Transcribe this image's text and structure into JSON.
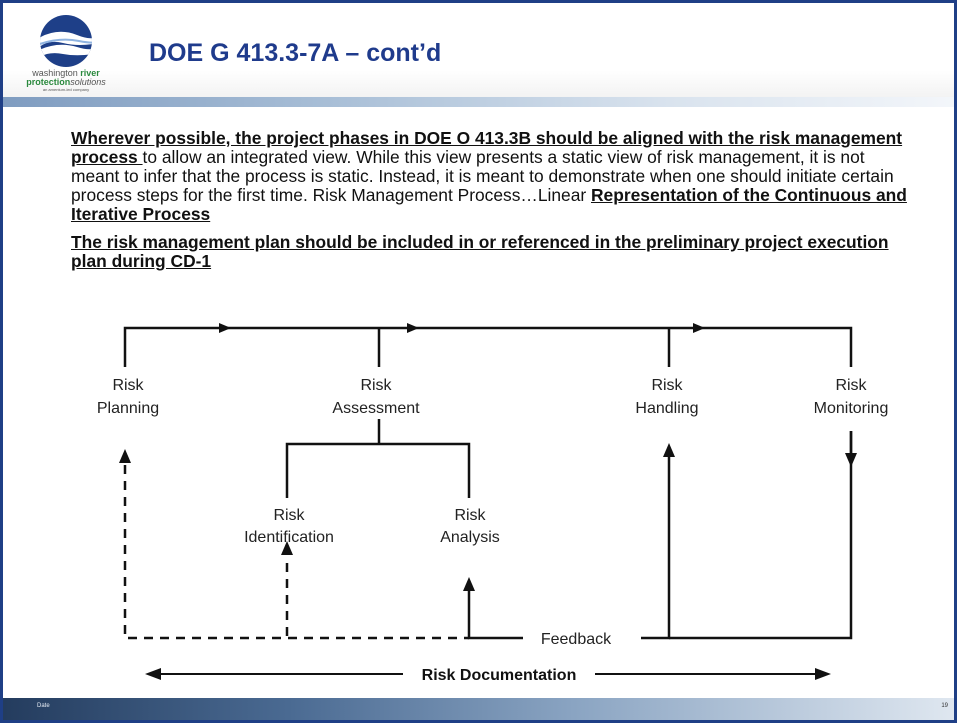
{
  "logo": {
    "line1a": "washington ",
    "line1b": "river",
    "line2a": "protection",
    "line2b": "solutions",
    "line3": "an amentum-led company"
  },
  "slide": {
    "title": "DOE G 413.3-7A – cont’d",
    "para1_bold": "Wherever possible, the project phases in DOE O 413.3B should be aligned with the risk management process ",
    "para1_text": "to allow an integrated view. While this view presents a static view of risk management, it is not meant to infer that the process is static. Instead, it is meant to demonstrate when one should initiate certain process steps for the first time. Risk Management Process…Linear ",
    "para1_bold_end": "Representation of the Continuous and Iterative Process",
    "para2": "The risk management plan should be included in or referenced in the preliminary project execution plan during CD-1"
  },
  "diagram": {
    "planning_1": "Risk",
    "planning_2": "Planning",
    "assessment_1": "Risk",
    "assessment_2": "Assessment",
    "handling_1": "Risk",
    "handling_2": "Handling",
    "monitoring_1": "Risk",
    "monitoring_2": "Monitoring",
    "identification_1": "Risk",
    "identification_2": "Identification",
    "analysis_1": "Risk",
    "analysis_2": "Analysis",
    "feedback": "Feedback",
    "documentation": "Risk Documentation"
  },
  "footer": {
    "date": "Date",
    "page": "19"
  },
  "colors": {
    "frame": "#1f3f86",
    "title": "#1f3b8c",
    "brand_green": "#2b8a3e"
  }
}
